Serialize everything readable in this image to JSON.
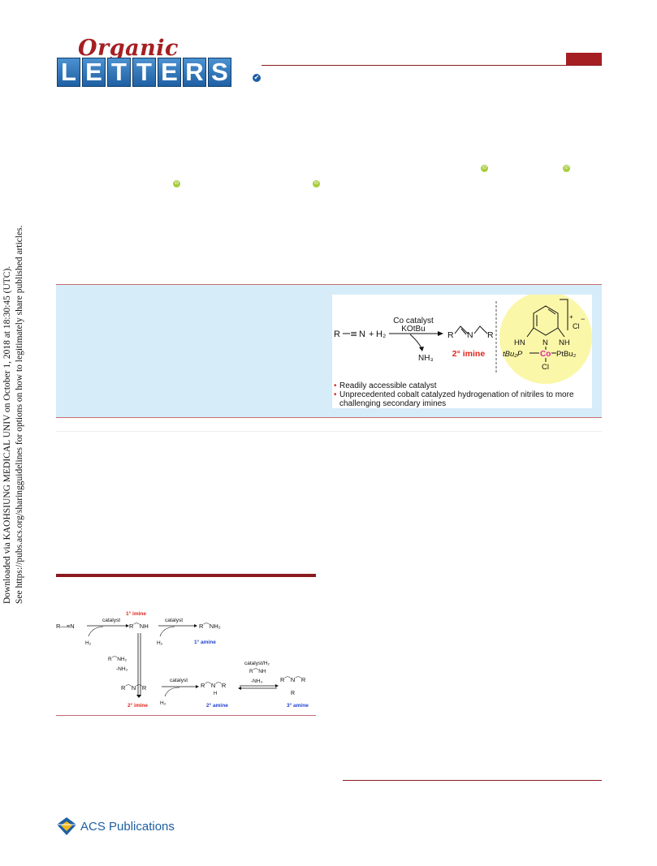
{
  "journal": {
    "logo_organic": "Organic",
    "logo_letters": [
      "L",
      "E",
      "T",
      "T",
      "E",
      "R",
      "S"
    ],
    "check_glyph": "✔"
  },
  "orcid_glyph": "iD",
  "side_notice": {
    "line1": "Downloaded via KAOHSIUNG MEDICAL UNIV on October 1, 2018 at 18:30:45 (UTC).",
    "line2": "See https://pubs.acs.org/sharingguidelines for options on how to legitimately share published articles."
  },
  "toc_graphic": {
    "reactant_r": "R",
    "triple_bond": "≡",
    "reactant_n": "N",
    "plus": "+",
    "h2": "H₂",
    "catalyst_line1": "Co catalyst",
    "catalyst_line2": "KOtBu",
    "byproduct": "NH₃",
    "product_label": "2° imine",
    "product_r1": "R",
    "product_n": "N",
    "product_r2": "R",
    "complex": {
      "charge": "+",
      "counterion": "Cl",
      "counterion_charge": "−",
      "hn": "HN",
      "nh": "NH",
      "n": "N",
      "left_p": "tBu₂P",
      "right_p": "PtBu₂",
      "metal": "Co",
      "cl": "Cl"
    },
    "bullets": [
      "Readily accessible catalyst",
      "Unprecedented cobalt catalyzed hydrogenation of nitriles to more",
      "challenging secondary imines"
    ],
    "bullet_glyph": "•"
  },
  "scheme": {
    "nitrile": "R—≡N",
    "catalyst1": "catalyst",
    "h2_1": "H₂",
    "imine1_label": "1° imine",
    "imine1": "R⌒NH",
    "catalyst2": "catalyst",
    "h2_2": "H₂",
    "amine1": "R⌒NH₂",
    "amine1_label": "1° amine",
    "reagent_amine": "R⌒NH₂",
    "minus_nh3": "-NH₃",
    "imine2": "R⌒N⌒R",
    "imine2_label": "2° imine",
    "catalyst3": "catalyst",
    "h2_3": "H₂",
    "amine2": "R⌒N⌒R",
    "amine2_h": "H",
    "amine2_label": "2° amine",
    "catalyst_h2": "catalyst/H₂",
    "imine_reagent": "R⌒NH",
    "minus_nh3_2": "-NH₃",
    "amine3": "R⌒N⌒R",
    "amine3_r": "R",
    "amine3_label": "3° amine"
  },
  "footer": {
    "publisher": "ACS Publications"
  },
  "colors": {
    "brand_red": "#a51f22",
    "brand_blue": "#1e5fa3",
    "abstract_bg": "#d6ecf9",
    "magenta": "#e01fae",
    "label_red": "#e0251b",
    "label_blue": "#1f3fcf",
    "sphere": "#fbf7a8"
  }
}
